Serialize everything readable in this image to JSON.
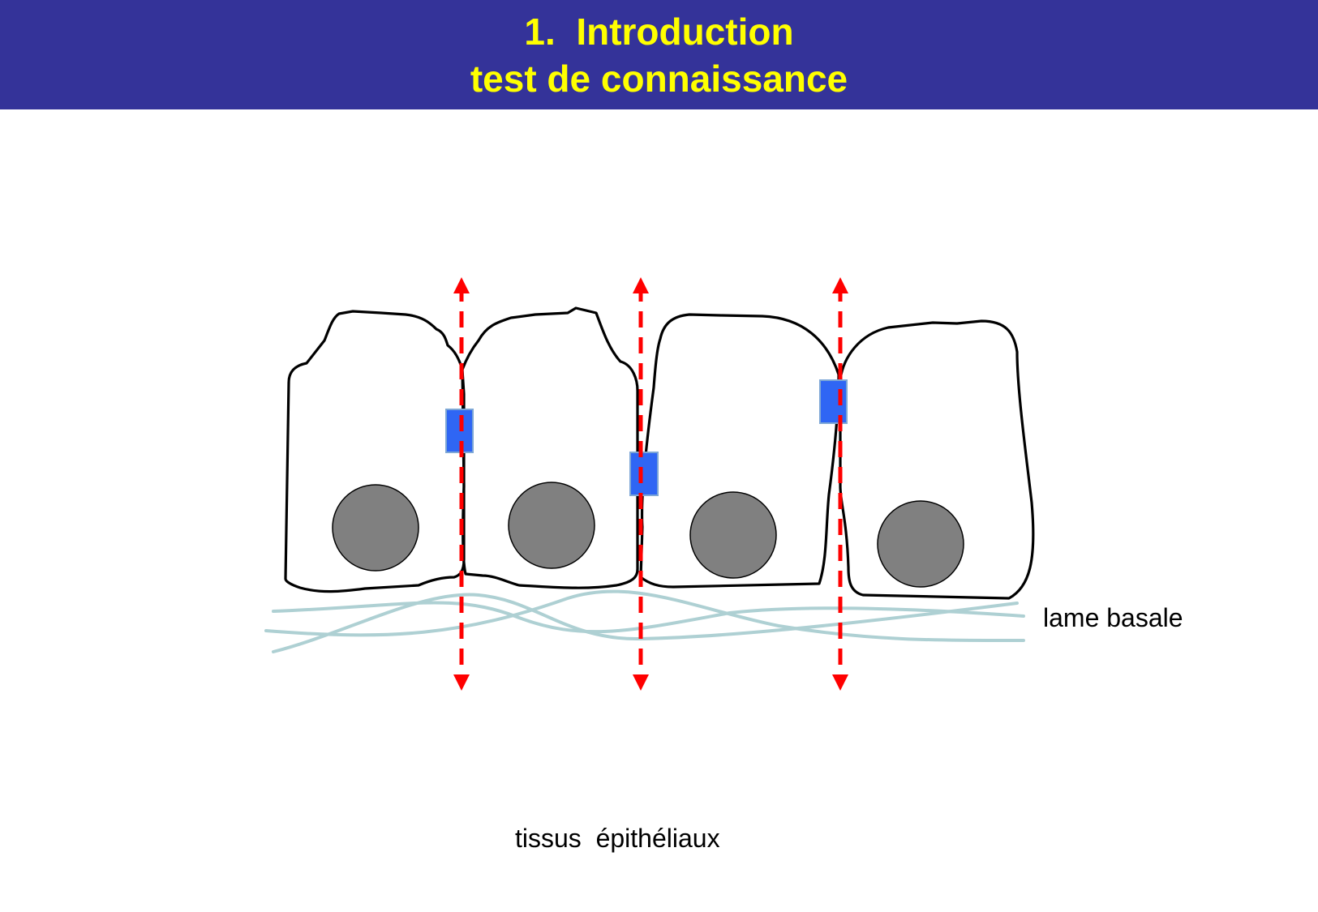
{
  "header": {
    "title_line1": "1.  Introduction",
    "title_line2": "test de connaissance"
  },
  "diagram": {
    "basal_lamina_label": "lame basale",
    "caption": "tissus  épithéliaux",
    "colors": {
      "header_bg": "#343399",
      "title": "#ffff00",
      "cell_outline": "#000000",
      "nucleus": "#808080",
      "junction": "#2f66f4",
      "arrow": "#ff0000",
      "basal_fibers": "#aed0d3"
    },
    "cell_count": 4,
    "junction_count": 3,
    "arrow_count": 3
  }
}
